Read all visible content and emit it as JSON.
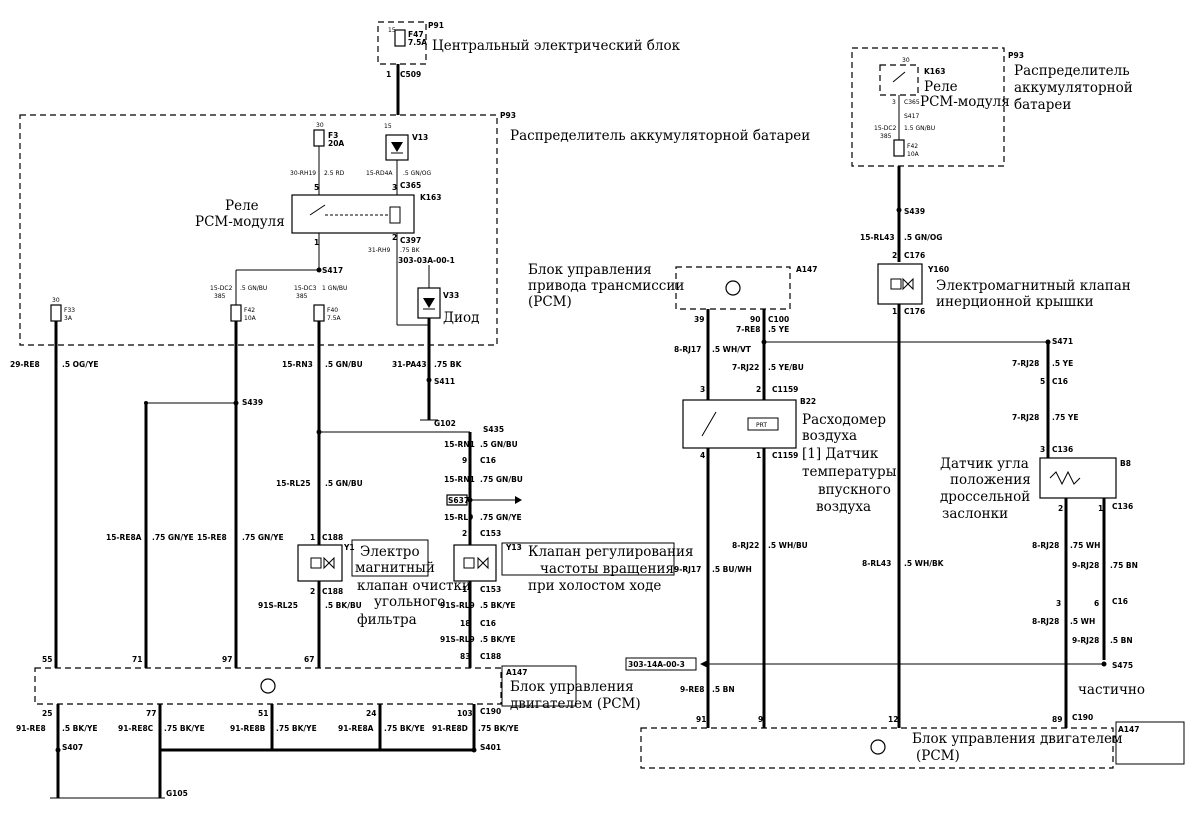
{
  "left": {
    "central_block": {
      "id": "P91",
      "label": "Центральный электрический блок",
      "fuse": "F47",
      "fuse_rating": "7.5A",
      "pin": "15",
      "conn_pin": "1",
      "conn": "C509"
    },
    "battery_distributor": {
      "id": "P93",
      "label": "Распределитель аккумуляторной батареи"
    },
    "relay": {
      "label_line1": "Реле",
      "label_line2": "PCM-модуля",
      "id": "K163",
      "conn_top": "C365",
      "conn_bot": "C397",
      "pin5": "5",
      "pin3": "3",
      "pin1": "1",
      "pin2": "2"
    },
    "fuse_f3": {
      "name": "F3",
      "rating": "20A",
      "pin": "30"
    },
    "diode_v13": {
      "id": "V13",
      "pin": "15"
    },
    "diode_v33": {
      "id": "V33",
      "label": "Диод"
    },
    "wires_top": {
      "w30": "30-RH19",
      "w30s": "2.5 RD",
      "w15": "15-RD4A",
      ".5 GN/OG": ".5 GN/OG",
      "w31": "31-RH9",
      ".75 BK": ".75 BK",
      "ref": "303-03A-00-1",
      "s417": "S417",
      "w15dc2": "15-DC2",
      "w15dc2b": "385",
      "w15dc2c": ".5 GN/BU",
      "w15dc3": "15-DC3",
      "w15dc3b": "385",
      "w15dc3c": "1 GN/BU"
    },
    "fuses": [
      {
        "name": "F33",
        "rating": "3A",
        "pin": "30"
      },
      {
        "name": "F42",
        "rating": "10A",
        "pin": ""
      },
      {
        "name": "F40",
        "rating": "7.5A",
        "pin": ""
      }
    ],
    "wire_labels": {
      "re8": "29-RE8",
      "re8c": ".5 OG/YE",
      "rn3": "15-RN3",
      "rn3c": ".5 GN/BU",
      "pa43": "31-PA43",
      "pa43c": ".75 BK",
      "s411": "S411",
      "g102": "G102",
      "s439": "S439",
      "s435": "S435",
      "rn1a": "15-RN1",
      "rn1ac": ".5 GN/BU",
      "c16a": "C16",
      "pin9": "9",
      "rn1b": "15-RN1",
      "rn1bc": ".75 GN/BU",
      "s637": "S637",
      "rl9": "15-RL9",
      "rl9c": ".75 GN/YE",
      "c153": "C153",
      "pin2": "2",
      "rl25": "15-RL25",
      "rl25c": ".5 GN/BU",
      "c188": "C188",
      "pin1": "1",
      "re8a": "15-RE8A",
      "re8ac": ".75 GN/YE",
      "re8b": "15-RE8",
      "re8bc": ".75 GN/YE",
      "rl25b": "91S-RL25",
      "rl25bc": ".5 BK/BU",
      "c188b": "C188",
      "pin2b": "2",
      "rl9b": "91S-RL9",
      "rl9bc": ".5 BK/YE",
      "c153b": "C153",
      "pin1b": "1",
      "c16b": "C16",
      "pin18": "18",
      "rl9c2": "91S-RL9",
      "rl9cc": ".5 BK/YE",
      "c188c": "C188",
      "pin83": "83"
    },
    "y1": {
      "id": "Y1",
      "label": [
        "Электро",
        "магнитный",
        "клапан очистки",
        "угольного",
        "фильтра"
      ]
    },
    "y13": {
      "id": "Y13",
      "label": [
        "Клапан регулирования",
        "частоты вращения",
        "при холостом ходе"
      ]
    },
    "pcm": {
      "id": "A147",
      "label_line1": "Блок управления",
      "label_line2": "двигателем (PCM)"
    },
    "pcm_pins_top": [
      "55",
      "71",
      "97",
      "67"
    ],
    "pcm_pins_bottom": [
      "25",
      "77",
      "51",
      "24",
      "103"
    ],
    "bottom_wires": [
      {
        "name": "91-RE8",
        "color": ".5 BK/YE"
      },
      {
        "name": "91-RE8C",
        "color": ".75 BK/YE"
      },
      {
        "name": "91-RE8B",
        "color": ".75 BK/YE"
      },
      {
        "name": "91-RE8A",
        "color": ".75 BK/YE"
      },
      {
        "name": "91-RE8D",
        "color": ".75 BK/YE"
      }
    ],
    "s407": "S407",
    "s401": "S401",
    "g105": "G105",
    "c190": "C190"
  },
  "right": {
    "battery_distributor": {
      "id": "P93",
      "label_line1": "Распределитель",
      "label_line2": "аккумуляторной",
      "label_line3": "батареи"
    },
    "relay": {
      "id": "K163",
      "label_line1": "Реле",
      "label_line2": "PCM-модуля",
      "pin30": "30",
      "pin3": "3",
      "c365": "C365",
      "s417": "S417",
      "w": "15-DC2",
      "wb": "385",
      "wc": "1.5 GN/BU",
      "fuse": "F42",
      "fuse_r": "10A"
    },
    "tcm": {
      "id": "A147",
      "label_line1": "Блок управления",
      "label_line2": "привода трансмиссии",
      "label_line3": "(PCM)",
      "pin39": "39",
      "pin90": "90",
      "c100": "C100"
    },
    "s439": "S439",
    "w_rl43": "15-RL43",
    "w_rl43c": ".5 GN/OG",
    "y160": {
      "id": "Y160",
      "label_line1": "Электромагнитный клапан",
      "label_line2": "инерционной крышки",
      "c176a": "C176",
      "c176b": "C176",
      "pin2": "2",
      "pin1": "1"
    },
    "w_re8": "7-RE8",
    "w_re8c": ".5 YE",
    "w_rj17": "8-RJ17",
    "w_rj17c": ".5 WH/VT",
    "w_rj22": "7-RJ22",
    "w_rj22c": ".5 YE/BU",
    "s471": "S471",
    "b22": {
      "id": "B22",
      "prt": "PRT",
      "label": [
        "Расходомер",
        "воздуха",
        "[1] Датчик",
        "температуры",
        "впускного",
        "воздуха"
      ],
      "c1159a": "C1159",
      "c1159b": "C1159",
      "pin3": "3",
      "pin2": "2",
      "pin4": "4",
      "pin1": "1"
    },
    "w_rj28a": "7-RJ28",
    "w_rj28ac": ".5 YE",
    "c16": "C16",
    "pin5": "5",
    "w_rj28b": "7-RJ28",
    "w_rj28bc": ".75 YE",
    "b8": {
      "id": "B8",
      "label": [
        "Датчик угла",
        "положения",
        "дроссельной",
        "заслонки"
      ],
      "c136a": "C136",
      "c136b": "C136",
      "pin3": "3",
      "pin2": "2",
      "pin1": "1"
    },
    "w_rj22b": "8-RJ22",
    "w_rj22bc": ".5 WH/BU",
    "w_rj17b": "9-RJ17",
    "w_rj17bc": ".5 BU/WH",
    "w_rl43b": "8-RL43",
    "w_rl43bc": ".5 WH/BK",
    "w_rj28c": "8-RJ28",
    "w_rj28cc": ".75 WH",
    "w_rj28d": "9-RJ28",
    "w_rj28dc": ".75 BN",
    "c16b": "C16",
    "pin3b": "3",
    "pin6": "6",
    "w_rj28e": "8-RJ28",
    "w_rj28ec": ".5 WH",
    "w_rj28f": "9-RJ28",
    "w_rj28fc": ".5 BN",
    "s475": "S475",
    "ref303": "303-14A-00-3",
    "w_re8b": "9-RE8",
    "w_re8bc": ".5 BN",
    "partial": "частично",
    "pcm": {
      "id": "A147",
      "label_line1": "Блок управления двигателем",
      "label_line2": "(PCM)",
      "pins": [
        "91",
        "9",
        "12",
        "89"
      ],
      "c190": "C190"
    }
  }
}
